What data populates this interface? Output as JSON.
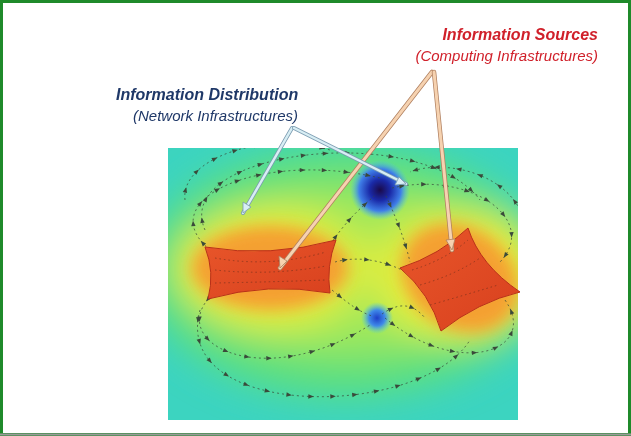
{
  "diagram": {
    "labels": [
      "Information Sources",
      "(Computing Infrastructures)",
      "Information Distribution",
      "(Network Infrastructures)"
    ]
  }
}
